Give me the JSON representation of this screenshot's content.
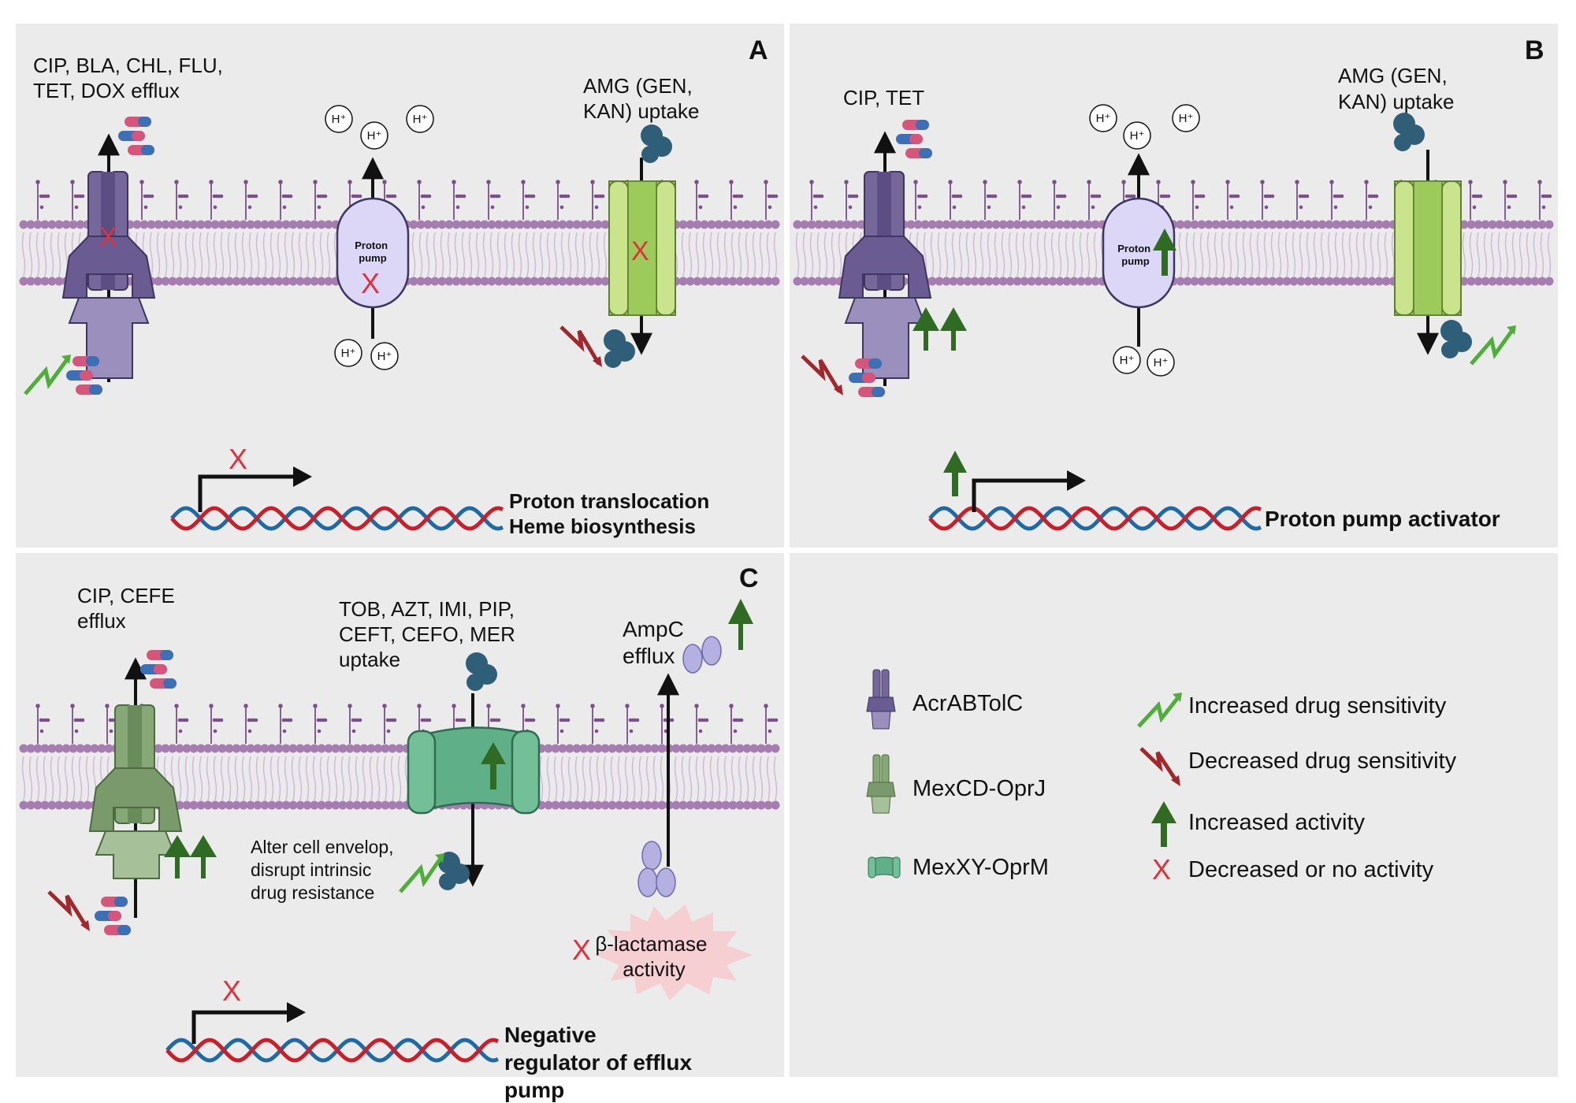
{
  "panels": {
    "A": {
      "letter": "A",
      "efflux_label": [
        "CIP, BLA, CHL, FLU,",
        "TET, DOX efflux"
      ],
      "uptake_label": [
        "AMG (GEN,",
        "KAN) uptake"
      ],
      "pump_label": [
        "Proton",
        "pump"
      ],
      "gene_label": [
        "Proton translocation",
        "Heme biosynthesis"
      ],
      "proton": "H⁺",
      "x_mark": "X"
    },
    "B": {
      "letter": "B",
      "efflux_label": [
        "CIP, TET"
      ],
      "uptake_label": [
        "AMG (GEN,",
        "KAN)  uptake"
      ],
      "pump_label": [
        "Proton",
        "pump"
      ],
      "gene_label": [
        "Proton pump activator"
      ],
      "proton": "H⁺"
    },
    "C": {
      "letter": "C",
      "efflux_label": [
        "CIP, CEFE",
        "efflux"
      ],
      "uptake_label": [
        "TOB, AZT, IMI, PIP,",
        "CEFT, CEFO, MER",
        "uptake"
      ],
      "ampc_label": [
        "AmpC",
        "efflux"
      ],
      "envelope_label": [
        "Alter cell envelop,",
        "disrupt intrinsic",
        "drug resistance"
      ],
      "lactamase_label": [
        "β-lactamase",
        "activity"
      ],
      "gene_label": [
        "Negative",
        "regulator of efflux",
        "pump"
      ],
      "x_mark": "X"
    }
  },
  "legend": {
    "items": [
      {
        "icon": "acrabtolc-icon",
        "label": "AcrABTolC"
      },
      {
        "icon": "mexcd-oprj-icon",
        "label": "MexCD-OprJ"
      },
      {
        "icon": "mexxy-oprm-icon",
        "label": "MexXY-OprM"
      },
      {
        "icon": "increased-sensitivity-icon",
        "label": "Increased drug sensitivity"
      },
      {
        "icon": "decreased-sensitivity-icon",
        "label": "Decreased drug sensitivity"
      },
      {
        "icon": "increased-activity-icon",
        "label": "Increased activity"
      },
      {
        "icon": "decreased-activity-icon",
        "label": "Decreased or no activity"
      }
    ]
  },
  "colors": {
    "panel_bg": "#ebebeb",
    "membrane": "#a57db0",
    "acrab": "#6e5f92",
    "mexcd": "#7a9a6c",
    "mexxy": "#5fb088",
    "aminoglycoside_channel": "#c9e48c",
    "pump": "#dcd6f7",
    "up_arrow": "#2f6b22",
    "sens_up": "#4fae3a",
    "sens_down": "#a0282d",
    "x_red": "#e0303c",
    "dna_red": "#c8202a",
    "dna_blue": "#1f6aa5"
  }
}
